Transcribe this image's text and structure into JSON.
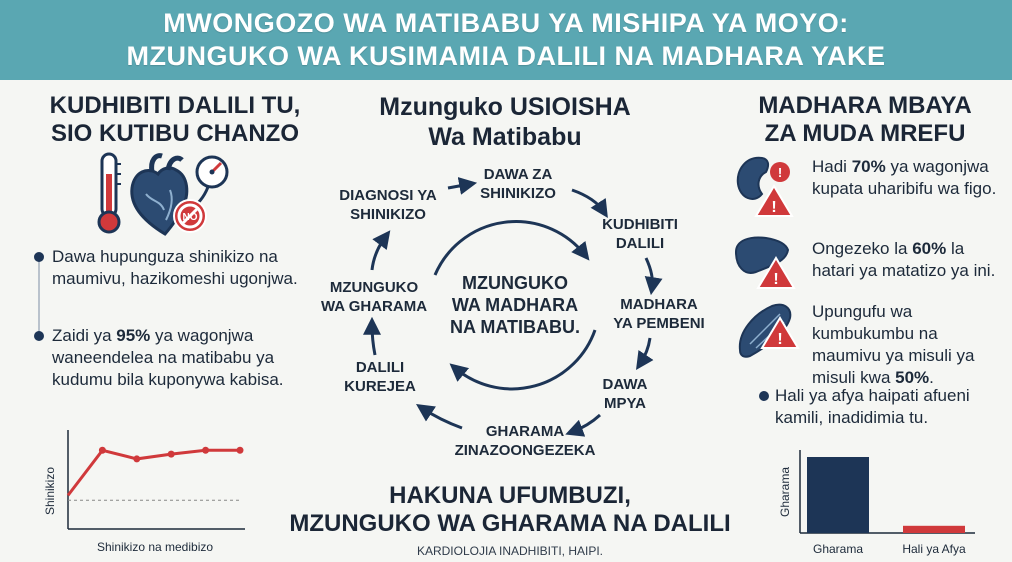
{
  "header": {
    "title_line1": "MWONGOZO WA MATIBABU YA MISHIPA YA MOYO:",
    "title_line2": "MZUNGUKO WA KUSIMAMIA DALILI NA MADHARA YAKE"
  },
  "left": {
    "heading_line1": "KUDHIBITI DALILI TU,",
    "heading_line2": "SIO KUTIBU CHANZO",
    "icons": [
      "thermometer-icon",
      "heart-icon",
      "gauge-icon",
      "no-sign-icon"
    ],
    "no_sign_text": "NO",
    "bullet1": "Dawa hupunguza shinikizo na maumivu, hazikomeshi ugonjwa.",
    "bullet2_pre": "Zaidi ya ",
    "bullet2_bold": "95%",
    "bullet2_post": " ya wagonjwa waneendelea na matibabu ya kudumu bila kuponywa kabisa.",
    "chart_ylabel": "Shinikizo",
    "chart_xlabel": "Shinikizo na medibizo"
  },
  "center": {
    "heading_line1": "Mzunguko USIOISHA",
    "heading_line2": "Wa Matibabu",
    "center_line1": "MZUNGUKO",
    "center_line2": "WA MADHARA",
    "center_line3": "NA MATIBABU.",
    "nodes": [
      {
        "l1": "DAWA ZA",
        "l2": "SHINIKIZO"
      },
      {
        "l1": "KUDHIBITI",
        "l2": "DALILI"
      },
      {
        "l1": "MADHARA",
        "l2": "YA PEMBENI"
      },
      {
        "l1": "DAWA",
        "l2": "MPYA"
      },
      {
        "l1": "GHARAMA",
        "l2": "ZINAZOONGEZEKA"
      },
      {
        "l1": "DALILI",
        "l2": "KUREJEA"
      },
      {
        "l1": "MZUNGUKO",
        "l2": "WA GHARAMA"
      },
      {
        "l1": "DIAGNOSI YA",
        "l2": "SHINIKIZO"
      }
    ],
    "bottom_line1": "HAKUNA UFUMBUZI,",
    "bottom_line2": "MZUNGUKO WA GHARAMA NA DALILI",
    "footer": "KARDIOLOJIA INADHIBITI, HAIPI."
  },
  "right": {
    "heading_line1": "MADHARA MBAYA",
    "heading_line2": "ZA MUDA MREFU",
    "stat1_pre": "Hadi ",
    "stat1_bold": "70%",
    "stat1_post": " ya wagonjwa kupata uharibifu wa figo.",
    "stat2_pre": "Ongezeko la ",
    "stat2_bold": "60%",
    "stat2_post": " la hatari ya matatizo ya ini.",
    "stat3_pre": "Upungufu wa kumbukumbu na maumivu ya misuli ya misuli kwa ",
    "stat3_bold": "50%",
    "stat3_post": ".",
    "stat_icons": [
      "kidney-icon",
      "liver-icon",
      "muscle-icon"
    ],
    "bullet": "Hali ya afya haipati afueni kamili, inadidimia tu.",
    "chart_ylabel": "Gharama"
  },
  "colors": {
    "banner": "#5aa7b2",
    "navy": "#1d3556",
    "red": "#d0393b",
    "text": "#1d2a3a"
  },
  "chart_data": [
    {
      "type": "line",
      "title": "",
      "xlabel": "Shinikizo na medibizo",
      "ylabel": "Shinikizo",
      "x": [
        0,
        1,
        2,
        3,
        4,
        5
      ],
      "series": [
        {
          "values": [
            0.35,
            0.82,
            0.73,
            0.78,
            0.82,
            0.82
          ]
        }
      ],
      "reference_line": 0.3,
      "ylim": [
        0,
        1
      ]
    },
    {
      "type": "bar",
      "title": "",
      "xlabel": "",
      "ylabel": "Gharama",
      "categories": [
        "Gharama",
        "Hali ya Afya"
      ],
      "values": [
        0.95,
        0.09
      ],
      "colors": [
        "#1d3556",
        "#d0393b"
      ],
      "ylim": [
        0,
        1
      ]
    }
  ]
}
